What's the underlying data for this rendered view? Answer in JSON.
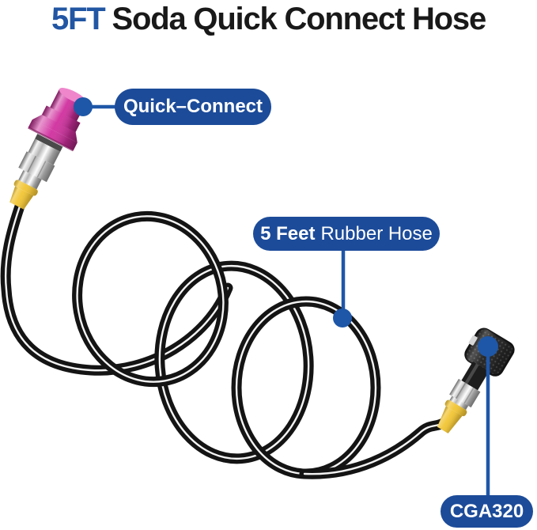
{
  "title": {
    "highlight": "5FT",
    "rest": "Soda Quick Connect Hose"
  },
  "callouts": {
    "quick_connect": {
      "label": "Quick–Connect"
    },
    "rubber_hose": {
      "label_bold": "5 Feet",
      "label_rest": "Rubber Hose"
    },
    "cga320": {
      "label": "CGA320"
    }
  },
  "colors": {
    "label_pill_blue": "#1c4b99",
    "callout_line_blue": "#1e57a8",
    "title_accent_blue": "#2156a3",
    "title_text_dark": "#191919",
    "hose_black": "#141414",
    "fitting_pink": "#d02f9e",
    "fitting_yellow": "#f2c637",
    "metal_silver": "#c7c7c7",
    "knob_black": "#232323"
  }
}
